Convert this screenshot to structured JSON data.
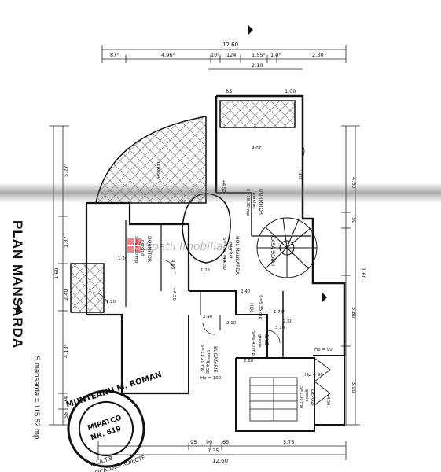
{
  "title": "PLAN MANSARDA",
  "area_note": "S mansarda = 115.52 mp",
  "watermark": "Spatii Imobiliare",
  "top_dims": {
    "total": "12.60",
    "segments": [
      "87⁵",
      "4.96⁵",
      "10⁵",
      "124",
      "1.55⁵",
      "1.0⁵",
      "2.30"
    ],
    "sub": "2.10",
    "inner": [
      "85",
      "1.00"
    ]
  },
  "bottom_dims": {
    "segments": [
      "95",
      "90",
      "65",
      "5.75"
    ],
    "sub": "1.35",
    "total": "12.60"
  },
  "left_dims": [
    "5.27⁵",
    "1.87",
    "1.60",
    "2.40",
    "4.13⁵",
    "74",
    "56"
  ],
  "right_dims": [
    "4.60",
    "30",
    "1.60",
    "3.60",
    "3.90"
  ],
  "inner_dims": [
    "4.07",
    "4.80",
    "4.65",
    "2.40",
    "2.40",
    "2.10",
    "2.60",
    "1.75⁵",
    "3.10",
    "2.60",
    "Hp = 90",
    "Hp = 100",
    "Hp = 90",
    "1.20",
    "60",
    "1.25",
    "1.00",
    "1.20"
  ],
  "rooms": [
    {
      "name": "DORMITOR",
      "code": "parchet",
      "area": "S=18.30 mp",
      "level": "+4.50"
    },
    {
      "name": "DORMITOR",
      "code": "parchet",
      "area": "S=17.20 mp",
      "level": "+4.50"
    },
    {
      "name": "HOL MANSARDA",
      "code": "parchet",
      "area": "S=7.90 mp",
      "level": "+4.50"
    },
    {
      "name": "CASA SCARII",
      "code": "",
      "area": "",
      "level": ""
    },
    {
      "name": "HOL",
      "code": "",
      "area": "S=5.35 mp",
      "level": ""
    },
    {
      "name": "BAIE",
      "code": "gresie",
      "area": "S=6.40 mp",
      "level": ""
    },
    {
      "name": "BUCATARIE",
      "code": "gresie",
      "area": "S=11.20 mp",
      "level": "+4.50"
    },
    {
      "name": "DEPOZIT",
      "code": "gresie",
      "area": "S=1.00 mp",
      "level": "+4.50"
    },
    {
      "name": "TERASA",
      "code": "",
      "area": "",
      "level": ""
    }
  ],
  "stamp": {
    "ring_text": "MUNTEANU M. ROMAN",
    "lines": [
      "MIPATCO",
      "NR. 619"
    ],
    "sub": "VERIFICATOR PROIECTE",
    "side": "D.I.A.T.B."
  }
}
